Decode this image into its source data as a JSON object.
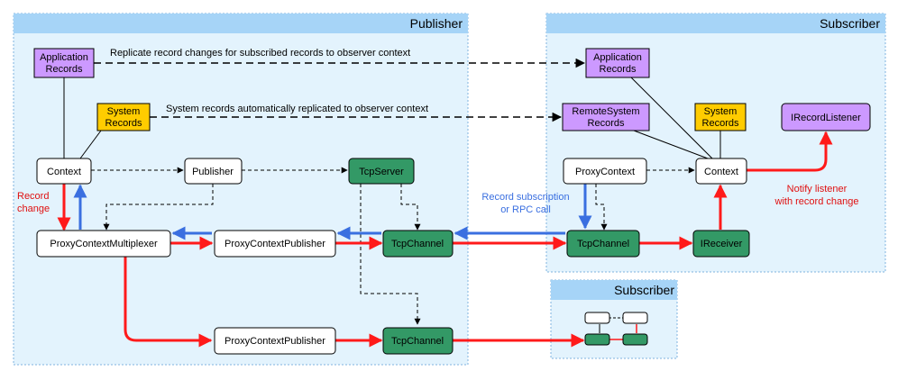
{
  "groups": {
    "publisher": "Publisher",
    "subscriber_main": "Subscriber",
    "subscriber_small": "Subscriber"
  },
  "publisher": {
    "application_records": [
      "Application",
      "Records"
    ],
    "system_records": [
      "System",
      "Records"
    ],
    "context": "Context",
    "publisher": "Publisher",
    "tcp_server": "TcpServer",
    "proxy_context_multiplexer": "ProxyContextMultiplexer",
    "proxy_context_publisher_1": "ProxyContextPublisher",
    "proxy_context_publisher_2": "ProxyContextPublisher",
    "tcp_channel_1": "TcpChannel",
    "tcp_channel_2": "TcpChannel"
  },
  "subscriber": {
    "application_records": [
      "Application",
      "Records"
    ],
    "remote_system_records": [
      "RemoteSystem",
      "Records"
    ],
    "system_records": [
      "System",
      "Records"
    ],
    "irecord_listener": "IRecordListener",
    "proxy_context": "ProxyContext",
    "context": "Context",
    "tcp_channel": "TcpChannel",
    "ireceiver": "IReceiver"
  },
  "annotations": {
    "replicate_subscribed": "Replicate record changes for subscribed records to observer context",
    "system_records_auto": "System records automatically replicated to observer context",
    "record_change": [
      "Record",
      "change"
    ],
    "record_subscription": [
      "Record subscription",
      "or RPC call"
    ],
    "notify_listener": [
      "Notify listener",
      "with record change"
    ]
  },
  "colors": {
    "group_fill": "#e3f3fd",
    "group_header": "#a6d4f7",
    "purple": "#cc99ff",
    "yellow": "#ffcc00",
    "green": "#339966",
    "red_arrow": "#ff1a1a",
    "blue_arrow": "#3a6fe0"
  }
}
